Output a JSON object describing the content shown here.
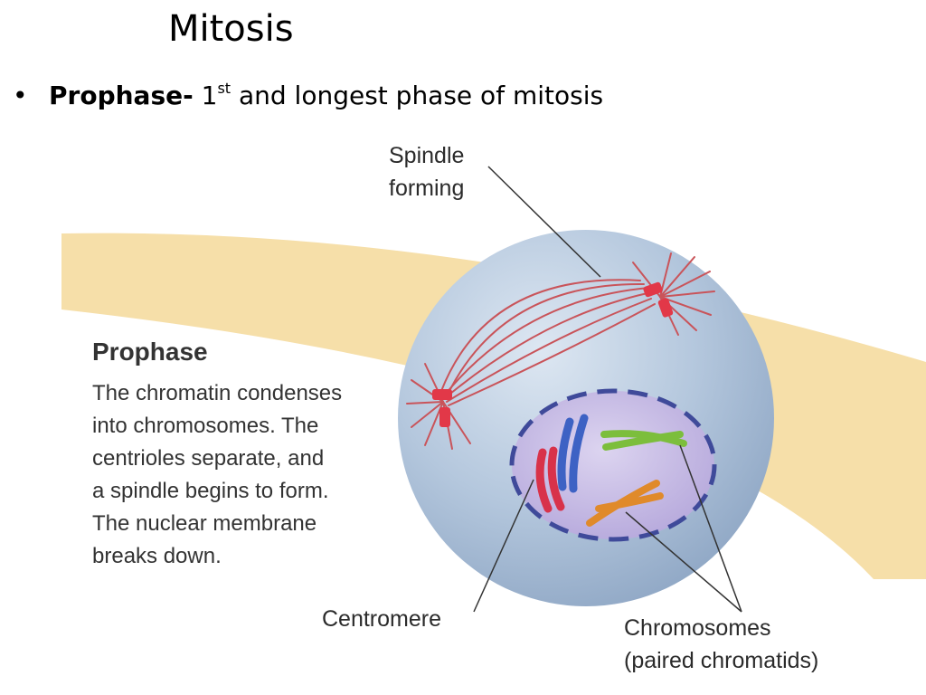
{
  "slide": {
    "title": "Mitosis",
    "bullet": {
      "marker": "•",
      "term": "Prophase-",
      "number": "1",
      "superscript": "st",
      "rest": " and longest phase of mitosis"
    }
  },
  "figure": {
    "phase_heading": "Prophase",
    "description_lines": [
      "The chromatin condenses",
      "into chromosomes. The",
      "centrioles separate, and",
      "a spindle begins to form.",
      "The nuclear membrane",
      "breaks down."
    ],
    "labels": {
      "spindle_line1": "Spindle",
      "spindle_line2": "forming",
      "centromere": "Centromere",
      "chromosomes_line1": "Chromosomes",
      "chromosomes_line2": "(paired chromatids)"
    },
    "colors": {
      "band": "#f6dfa9",
      "cell": "#aabfd8",
      "nucleus": "#c6b9e3",
      "membrane": "#3f4a9a",
      "spindle": "#c9545a",
      "centriole": "#e23848",
      "chromosome_red": "#d8324a",
      "chromosome_blue": "#3d62c4",
      "chromosome_green": "#7cbe3c",
      "chromosome_orange": "#e08a2a"
    }
  }
}
